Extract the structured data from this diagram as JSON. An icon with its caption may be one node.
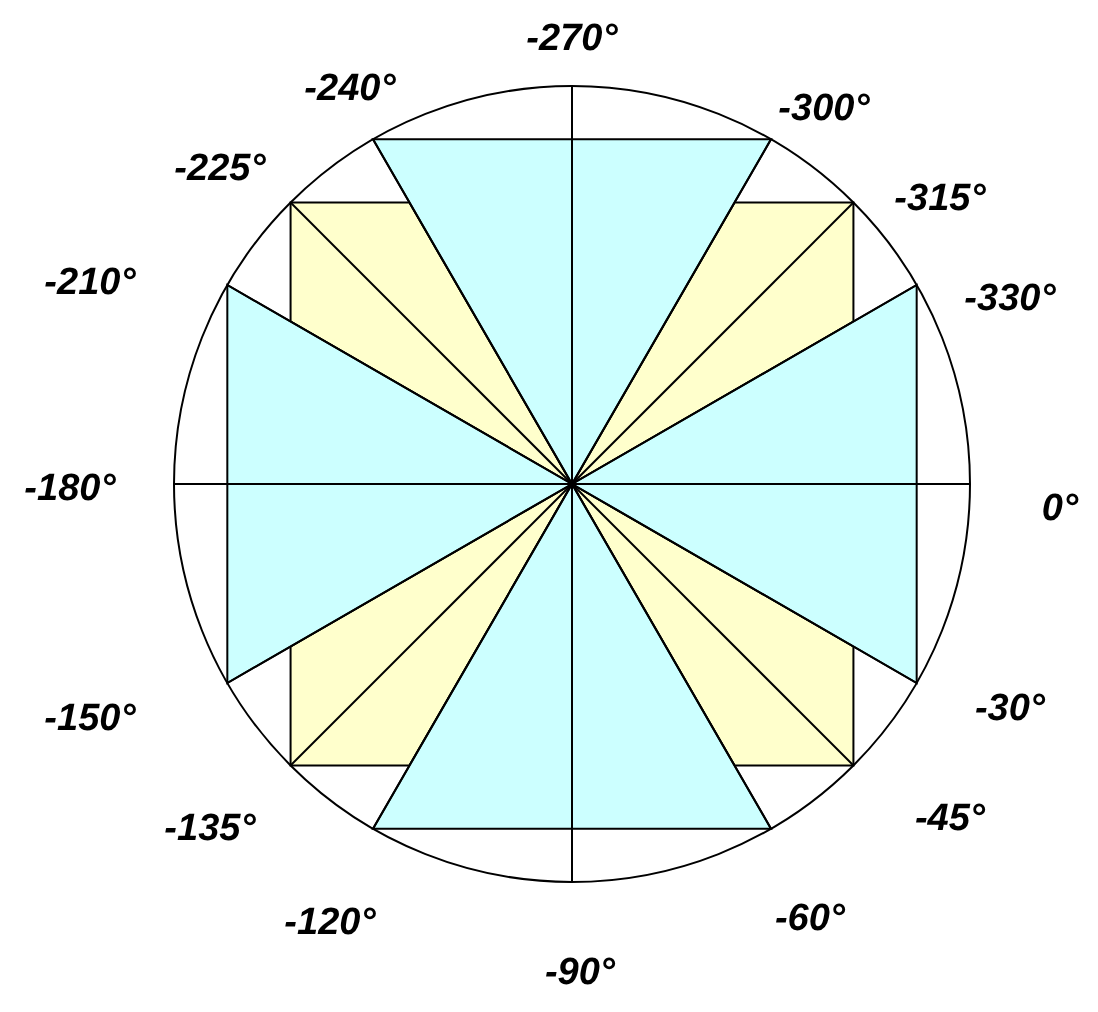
{
  "diagram": {
    "labels": [
      "-270°",
      "-240°",
      "-300°",
      "-225°",
      "-315°",
      "-210°",
      "-330°",
      "-180°",
      "0°",
      "-150°",
      "-30°",
      "-135°",
      "-45°",
      "-120°",
      "-60°",
      "-90°"
    ]
  }
}
